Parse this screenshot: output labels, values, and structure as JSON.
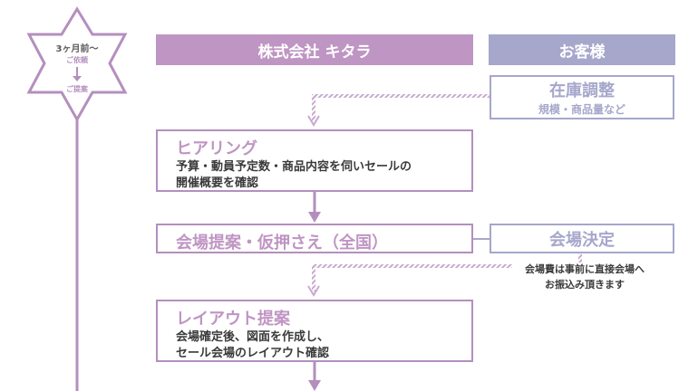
{
  "timeline": {
    "period": "3ヶ月前〜",
    "step1": "ご依頼",
    "step2": "ご提案"
  },
  "columns": {
    "company": "株式会社 キタラ",
    "client": "お客様"
  },
  "client_steps": {
    "inventory": {
      "title": "在庫調整",
      "sub": "規模・商品量など"
    },
    "venue_decision": {
      "title": "会場決定"
    },
    "payment_note": [
      "会場費は事前に直接会場へ",
      "お振込み頂きます"
    ]
  },
  "company_steps": {
    "hearing": {
      "title": "ヒアリング",
      "body": [
        "予算・動員予定数・商品内容を伺いセールの",
        "開催概要を確認"
      ]
    },
    "venue_proposal": {
      "title": "会場提案・仮押さえ（全国）"
    },
    "layout": {
      "title": "レイアウト提案",
      "body": [
        "会場確定後、図面を作成し、",
        "セール会場のレイアウト確認"
      ]
    }
  },
  "colors": {
    "company": "#bf95c3",
    "client": "#a6a7cb",
    "line": "#b48fbe"
  }
}
